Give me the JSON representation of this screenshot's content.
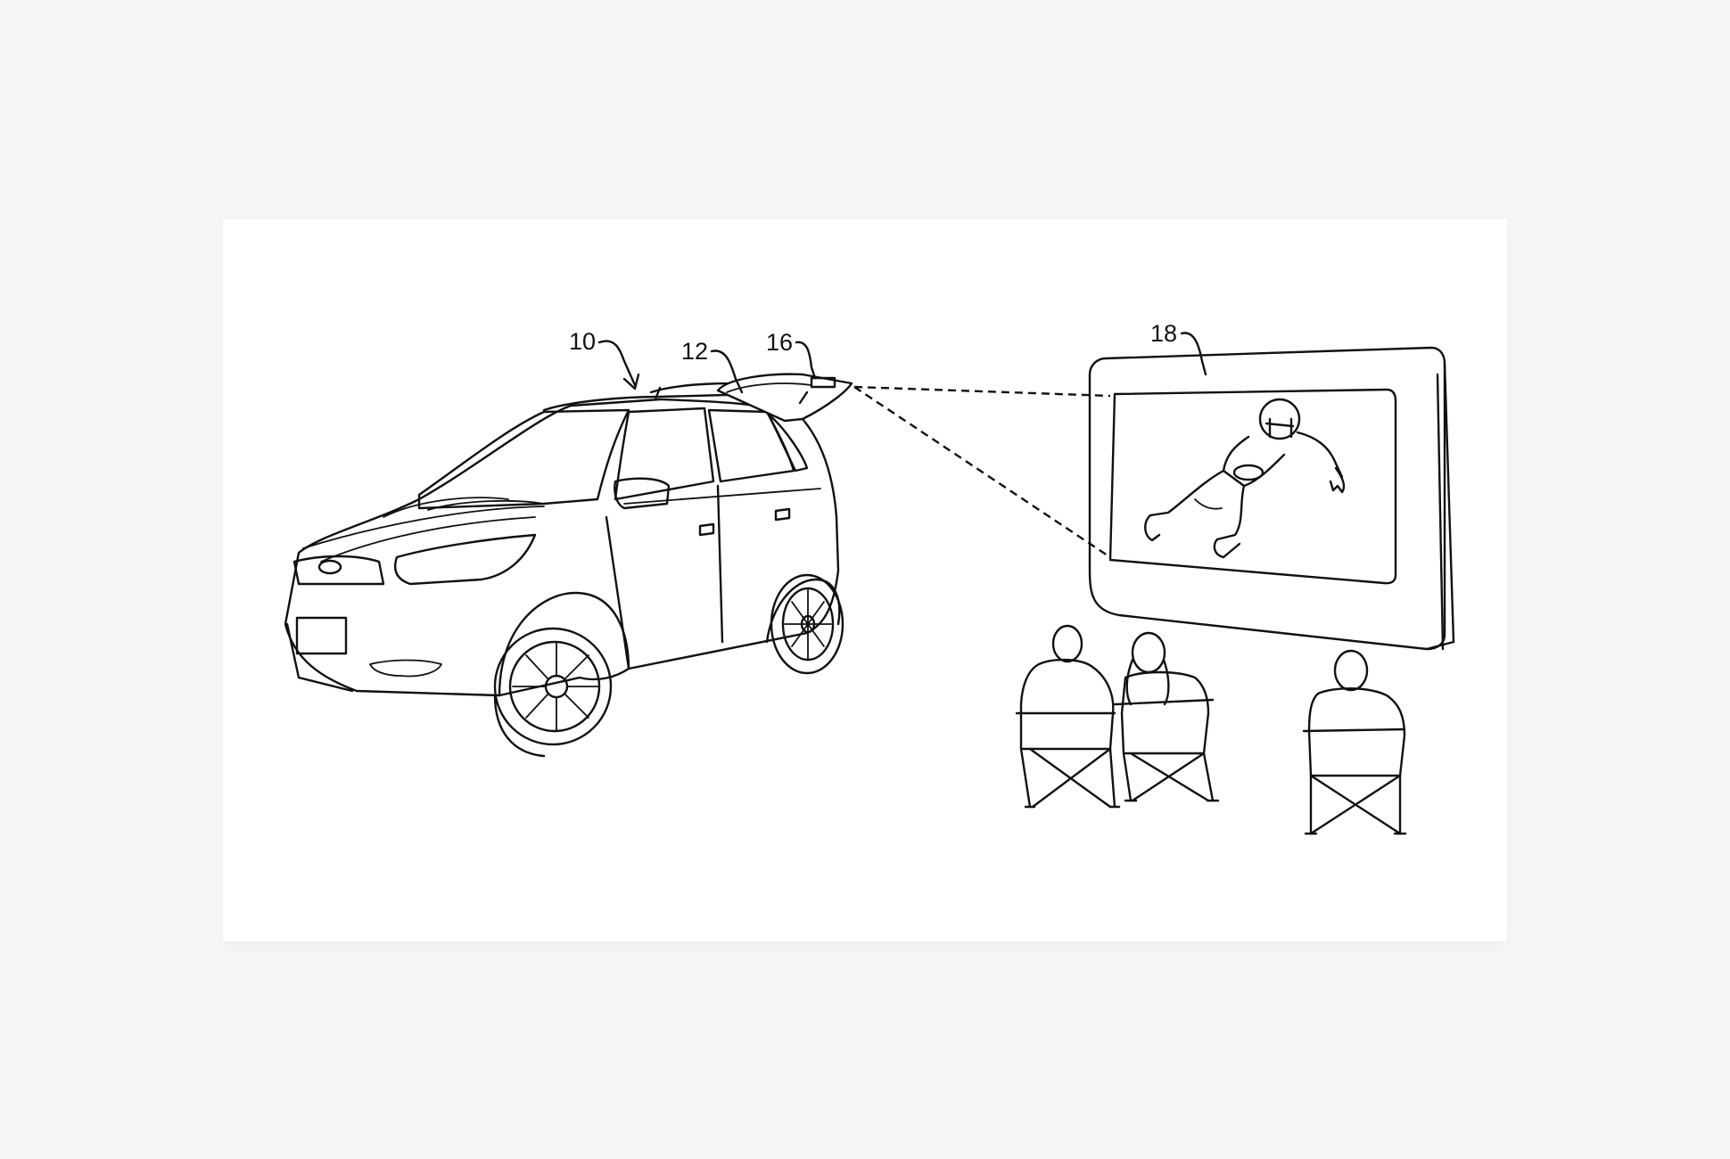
{
  "figure": {
    "reference_numerals": {
      "vehicle": "10",
      "liftgate": "12",
      "projector": "16",
      "screen": "18"
    }
  }
}
